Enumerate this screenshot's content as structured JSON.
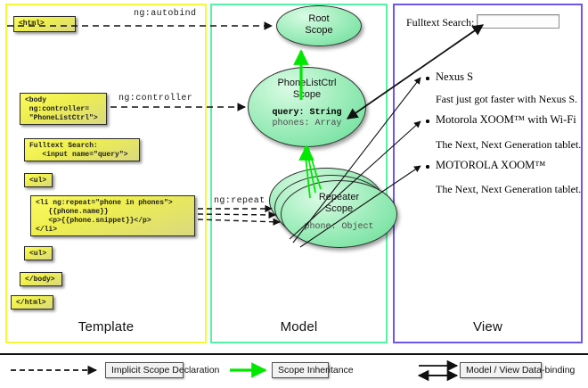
{
  "panels": {
    "template": {
      "label": "Template"
    },
    "model": {
      "label": "Model"
    },
    "view": {
      "label": "View"
    }
  },
  "template_code": [
    {
      "id": "html-open",
      "text": "<html>"
    },
    {
      "id": "body-open",
      "text": "<body\n ng:controller=\n \"PhoneListCtrl\">"
    },
    {
      "id": "search",
      "text": "Fulltext Search:\n   <input name=\"query\">"
    },
    {
      "id": "ul-open",
      "text": "<ul>"
    },
    {
      "id": "li-repeat",
      "text": "<li ng:repeat=\"phone in phones\">\n   {{phone.name}}\n   <p>{{phone.snippet}}</p>\n</li>"
    },
    {
      "id": "ul-close",
      "text": "<ul>"
    },
    {
      "id": "body-close",
      "text": "</body>"
    },
    {
      "id": "html-close",
      "text": "</html>"
    }
  ],
  "model_scopes": [
    {
      "id": "root",
      "title_line1": "Root",
      "title_line2": "Scope",
      "props": []
    },
    {
      "id": "ctrl",
      "title_line1": "PhoneListCtrl",
      "title_line2": "Scope",
      "props": [
        {
          "text": "query: String",
          "strong": true
        },
        {
          "text": "phones: Array",
          "strong": false
        }
      ]
    },
    {
      "id": "rep",
      "title_line1": "Repeater",
      "title_line2": "Scope",
      "props": [
        {
          "text": "phone: Object",
          "strong": false
        }
      ]
    }
  ],
  "edge_labels": [
    {
      "id": "autobind",
      "text": "ng:autobind"
    },
    {
      "id": "controller",
      "text": "ng:controller"
    },
    {
      "id": "repeat",
      "text": "ng:repeat"
    }
  ],
  "view": {
    "search_label": "Fulltext Search:",
    "search_value": "",
    "search_placeholder": "",
    "phones": [
      {
        "name": "Nexus S",
        "snippet": "Fast just got faster with Nexus S."
      },
      {
        "name": "Motorola XOOM™  with Wi-Fi",
        "snippet": "The Next, Next Generation tablet."
      },
      {
        "name": "MOTOROLA XOOM™",
        "snippet": "The Next, Next Generation tablet."
      }
    ]
  },
  "legend": [
    {
      "id": "implicit",
      "label": "Implicit Scope Declaration",
      "style": "dashed-arrow",
      "color": "#111111"
    },
    {
      "id": "inheritance",
      "label": "Scope Inheritance",
      "style": "green-arrow",
      "color": "#00e800"
    },
    {
      "id": "databinding",
      "label": "Model / View Data-binding",
      "style": "double-arrow",
      "color": "#111111"
    }
  ],
  "colors": {
    "template_border": "#f7f739",
    "model_border": "#55f3a8",
    "view_border": "#6e56f0",
    "code_fill": "#efef4e",
    "scope_fill": "#a6efc0",
    "inheritance": "#00e800"
  }
}
